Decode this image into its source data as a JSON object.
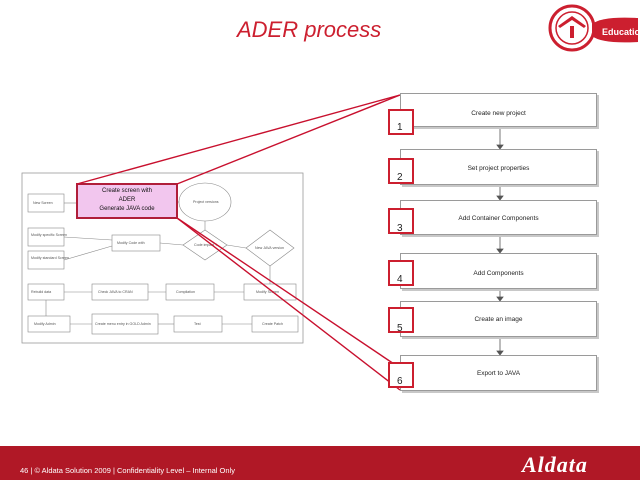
{
  "title": "ADER process",
  "logo": {
    "name": "Education"
  },
  "footer": {
    "text": "46 | © Aldata Solution 2009 | Confidentiality Level – Internal Only",
    "brand": "Aldata"
  },
  "steps": [
    {
      "number": "1",
      "label": "Create new project"
    },
    {
      "number": "2",
      "label": "Set project properties"
    },
    {
      "number": "3",
      "label": "Add Container Components"
    },
    {
      "number": "4",
      "label": "Add Components"
    },
    {
      "number": "5",
      "label": "Create an image"
    },
    {
      "number": "6",
      "label": "Export to JAVA"
    }
  ],
  "flowchart": {
    "highlight": {
      "line1": "Create screen with",
      "line2": "ADER",
      "line3": "Generate JAVA code"
    },
    "nodes": {
      "new_screen": "New Screen",
      "modify_specific": "Modify specific Screen",
      "modify_standard": "Modify standard Screen",
      "project_versions": "Project versions",
      "modify_code": "Modify Code with",
      "code_impact": "Code impact ?",
      "new_java": "New JAVA version",
      "rebuild_data": "Rebuild data",
      "check_java": "Check JAVA to CRAN",
      "compilation": "Compilation",
      "modify_screen": "Modify Screen",
      "modify_admin": "Modify Admin",
      "screen_access": "Create menu entry in GOLD Admin",
      "test": "Test",
      "create_patch": "Create Patch"
    }
  },
  "colors": {
    "accent": "#cc1f2f",
    "footer_bg": "#b01826",
    "highlight_fill": "#f2c6ee",
    "highlight_border": "#b01e3a"
  }
}
